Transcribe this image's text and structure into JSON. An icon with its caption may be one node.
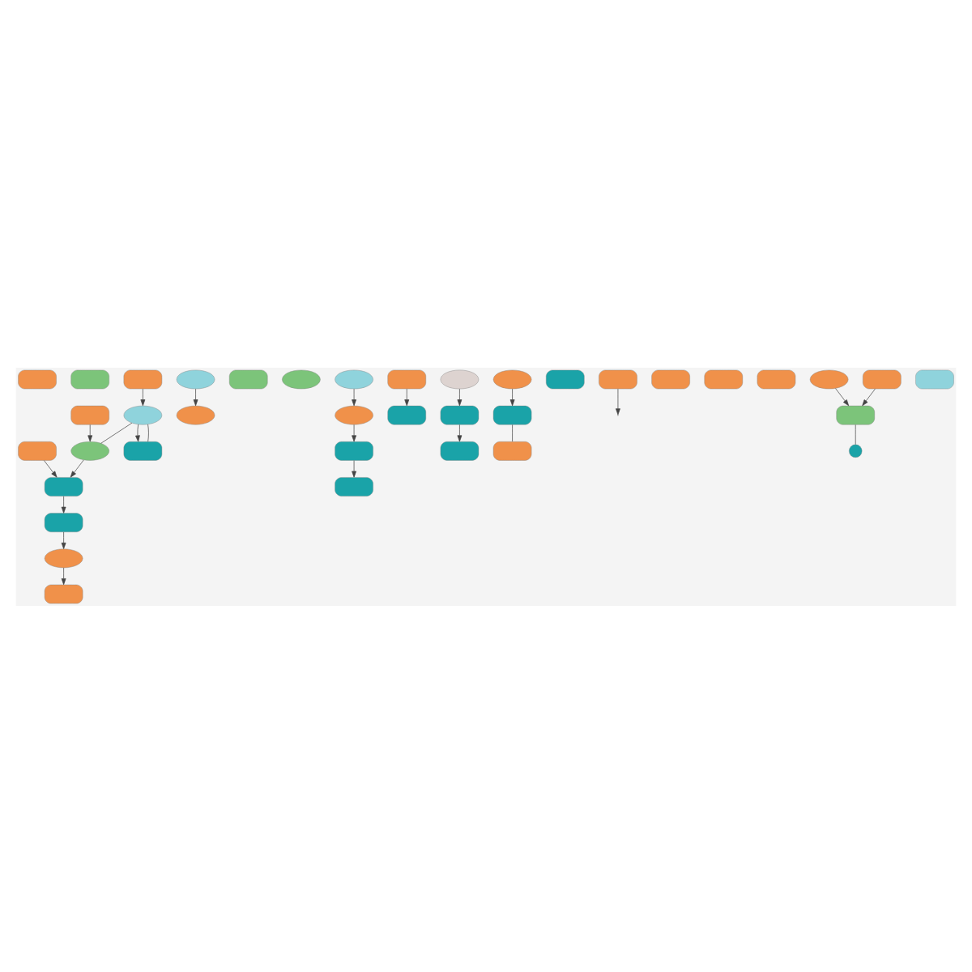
{
  "diagram": {
    "nodes": [
      {
        "text": [],
        "shape": "box"
      },
      {
        "text": [],
        "shape": "box"
      },
      {
        "text": [],
        "shape": "ellipse"
      },
      {
        "text": [],
        "shape": "box"
      },
      {
        "text": [],
        "shape": "ellipse"
      },
      {
        "text": [],
        "shape": "box"
      },
      {
        "text": [],
        "shape": "ellipse"
      },
      {
        "text": [],
        "shape": "box"
      },
      {
        "text": [],
        "shape": "box"
      },
      {
        "text": [],
        "shape": "box"
      },
      {
        "text": [],
        "shape": "ellipse"
      },
      {
        "text": [],
        "shape": "box"
      },
      {
        "text": [],
        "shape": "ellipse"
      },
      {
        "text": [],
        "shape": "ellipse"
      },
      {
        "text": [],
        "shape": "ellipse"
      },
      {
        "text": [],
        "shape": "box"
      },
      {
        "text": [],
        "shape": "box"
      },
      {
        "text": [],
        "shape": "ellipse"
      },
      {
        "text": [],
        "shape": "box"
      },
      {
        "text": [],
        "shape": "ellipse"
      },
      {
        "text": [],
        "shape": "box"
      },
      {
        "text": [],
        "shape": "box"
      },
      {
        "text": [],
        "shape": "box"
      },
      {
        "text": [],
        "shape": "box"
      },
      {
        "text": [],
        "shape": "box"
      },
      {
        "text": [],
        "shape": "box"
      },
      {
        "text": [],
        "shape": "box"
      },
      {
        "text": [],
        "shape": "box"
      },
      {
        "text": [],
        "shape": "ellipse"
      },
      {
        "text": [],
        "shape": "box"
      },
      {
        "text": [],
        "shape": "ellipse"
      },
      {
        "text": [],
        "shape": "box"
      },
      {
        "text": [],
        "shape": "box"
      },
      {
        "text": [],
        "shape": "box"
      },
      {
        "text": [],
        "shape": "box"
      },
      {
        "text": [],
        "shape": "box"
      },
      {
        "text": [],
        "shape": "circle"
      },
      {
        "text": [],
        "shape": "box"
      }
    ],
    "edges": [
      {
        "from": 3,
        "to": 2,
        "arrow": "to"
      },
      {
        "from": 2,
        "to": 8,
        "arrow": "to"
      },
      {
        "from": 2,
        "to": 10,
        "arrow": "none"
      },
      {
        "from": 8,
        "to": 2,
        "arrow": "none"
      },
      {
        "from": 4,
        "to": 6,
        "arrow": "to"
      },
      {
        "from": 7,
        "to": 10,
        "arrow": "to"
      },
      {
        "from": 10,
        "to": 11,
        "arrow": "to"
      },
      {
        "from": 9,
        "to": 11,
        "arrow": "to"
      },
      {
        "from": 11,
        "to": 15,
        "arrow": "to"
      },
      {
        "from": 13,
        "to": 14,
        "arrow": "to"
      },
      {
        "from": 14,
        "to": 18,
        "arrow": "to"
      },
      {
        "from": 17,
        "to": 21,
        "arrow": "to"
      },
      {
        "from": 18,
        "to": 22,
        "arrow": "to"
      },
      {
        "from": 16,
        "to": 20,
        "arrow": "to"
      },
      {
        "from": 19,
        "to": 32,
        "arrow": "to"
      },
      {
        "from": 15,
        "to": 30,
        "arrow": "to"
      },
      {
        "from": 30,
        "to": 31,
        "arrow": "to"
      },
      {
        "from": 24,
        "to": null,
        "arrow": "to"
      },
      {
        "from": 28,
        "to": 34,
        "arrow": "to"
      },
      {
        "from": 33,
        "to": 34,
        "arrow": "to"
      },
      {
        "from": 34,
        "to": 36,
        "arrow": "none"
      },
      {
        "from": 32,
        "to": 35,
        "arrow": "none"
      },
      {
        "from": 21,
        "to": 37,
        "arrow": "to"
      }
    ]
  }
}
